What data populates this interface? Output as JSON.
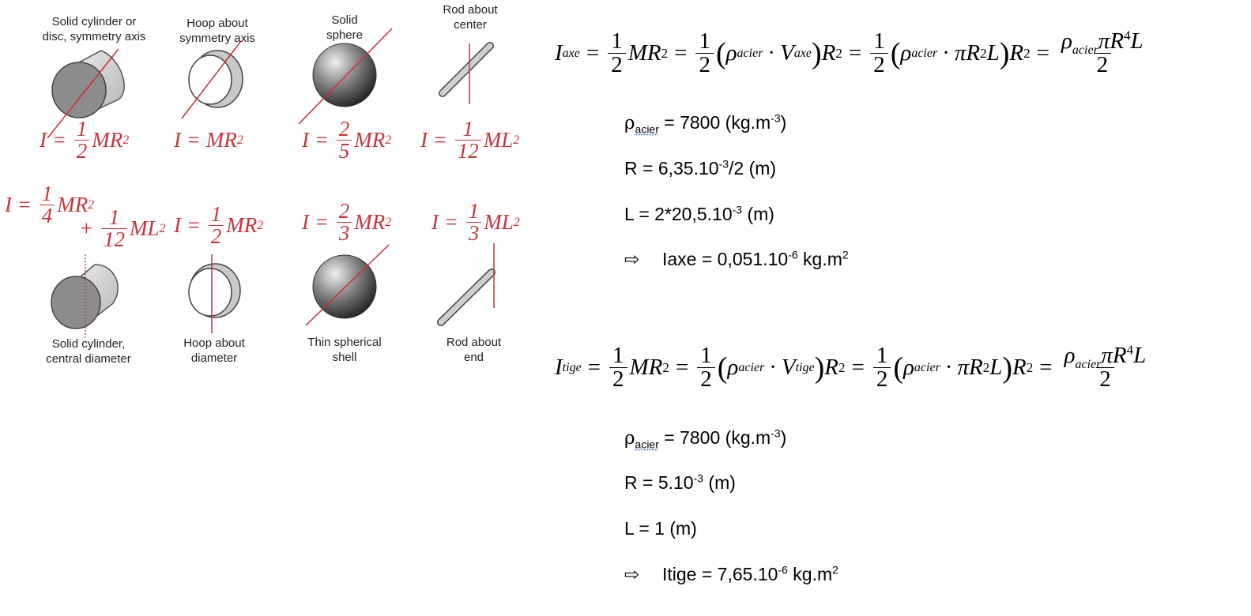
{
  "figure": {
    "captions": {
      "solid_cylinder_axis": "Solid cylinder or\ndisc, symmetry axis",
      "hoop_axis": "Hoop about\nsymmetry axis",
      "solid_sphere": "Solid\nsphere",
      "rod_center": "Rod about\ncenter",
      "solid_cylinder_diameter": "Solid cylinder,\ncentral diameter",
      "hoop_diameter": "Hoop about\ndiameter",
      "thin_shell": "Thin spherical\nshell",
      "rod_end": "Rod about\nend"
    },
    "formulas": {
      "cyl_axis": {
        "lhs": "I = ",
        "num": "1",
        "den": "2",
        "rest": "MR",
        "exp": "2"
      },
      "hoop_axis": {
        "lhs": "I = MR",
        "exp": "2"
      },
      "sphere": {
        "lhs": "I = ",
        "num": "2",
        "den": "5",
        "rest": "MR",
        "exp": "2"
      },
      "rod_center": {
        "lhs": "I = ",
        "num": "1",
        "den": "12",
        "rest": "ML",
        "exp": "2"
      },
      "cyl_diam": {
        "lhs": "I = ",
        "num": "1",
        "den": "4",
        "rest": "MR",
        "exp": "2",
        "plus": "+ ",
        "num2": "1",
        "den2": "12",
        "rest2": "ML",
        "exp2": "2"
      },
      "hoop_diam": {
        "lhs": "I = ",
        "num": "1",
        "den": "2",
        "rest": "MR",
        "exp": "2"
      },
      "shell": {
        "lhs": "I = ",
        "num": "2",
        "den": "3",
        "rest": "MR",
        "exp": "2"
      },
      "rod_end": {
        "lhs": "I = ",
        "num": "1",
        "den": "3",
        "rest": "ML",
        "exp": "2"
      }
    },
    "colors": {
      "formula": "#c8343b",
      "axis_line": "#d22a3a"
    }
  },
  "eq1": {
    "I": "I",
    "sub": "axe",
    "eq": "=",
    "half": {
      "num": "1",
      "den": "2"
    },
    "MR": "MR",
    "two": "2",
    "rho": "ρ",
    "acier": "acier",
    "dot": "·",
    "V": "V",
    "vsub": "axe",
    "pi": "π",
    "R": "R",
    "L": "L",
    "result_num_rho": "ρ",
    "result_num_acier": "acier",
    "result_num_rest": "πR",
    "four": "4",
    "result_den": "2"
  },
  "eq2": {
    "I": "I",
    "sub": "tige",
    "eq": "=",
    "half": {
      "num": "1",
      "den": "2"
    },
    "MR": "MR",
    "two": "2",
    "rho": "ρ",
    "acier": "acier",
    "dot": "·",
    "V": "V",
    "vsub": "tige",
    "pi": "π",
    "R": "R",
    "L": "L",
    "result_num_rho": "ρ",
    "result_num_acier": "acier",
    "result_num_rest": "πR",
    "four": "4",
    "result_den": "2"
  },
  "block1": {
    "rho_symbol": "ρ",
    "rho_sub": "acier",
    "rho_val": " = 7800 (kg.m",
    "rho_exp": "-3",
    "rho_close": ")",
    "R_text": "R = 6,35.10",
    "R_exp": "-3",
    "R_rest": "/2 (m)",
    "L_text": "L = 2*20,5.10",
    "L_exp": "-3",
    "L_rest": " (m)",
    "arrow": "⇨",
    "res_text": "Iaxe = 0,051.10",
    "res_exp": "-6",
    "res_unit": " kg.m",
    "res_unit_exp": "2"
  },
  "block2": {
    "rho_symbol": "ρ",
    "rho_sub": "acier",
    "rho_val": " = 7800 (kg.m",
    "rho_exp": "-3",
    "rho_close": ")",
    "R_text": "R = 5.10",
    "R_exp": "-3",
    "R_rest": " (m)",
    "L_text": "L = 1 (m)",
    "arrow": "⇨",
    "res_text": "Itige = 7,65.10",
    "res_exp": "-6",
    "res_unit": " kg.m",
    "res_unit_exp": "2"
  }
}
